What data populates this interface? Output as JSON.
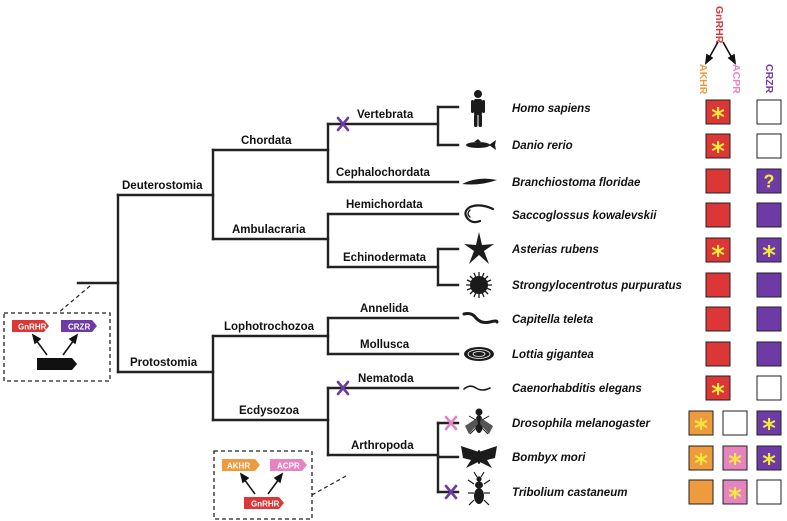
{
  "clades": {
    "deuterostomia": "Deuterostomia",
    "protostomia": "Protostomia",
    "chordata": "Chordata",
    "ambulacraria": "Ambulacraria",
    "lophotrochozoa": "Lophotrochozoa",
    "ecdysozoa": "Ecdysozoa",
    "vertebrata": "Vertebrata",
    "cephalochordata": "Cephalochordata",
    "hemichordata": "Hemichordata",
    "echinodermata": "Echinodermata",
    "annelida": "Annelida",
    "mollusca": "Mollusca",
    "nematoda": "Nematoda",
    "arthropoda": "Arthropoda"
  },
  "species": [
    {
      "name": "Homo sapiens",
      "icon": "human-icon",
      "akhr": "none",
      "acpr": "none",
      "gnrhr": "star",
      "crzr": "empty"
    },
    {
      "name": "Danio rerio",
      "icon": "fish-icon",
      "akhr": "none",
      "acpr": "none",
      "gnrhr": "star",
      "crzr": "empty"
    },
    {
      "name": "Branchiostoma floridae",
      "icon": "lancelet-icon",
      "akhr": "none",
      "acpr": "none",
      "gnrhr": "filled",
      "crzr": "question"
    },
    {
      "name": "Saccoglossus kowalevskii",
      "icon": "acorn-worm-icon",
      "akhr": "none",
      "acpr": "none",
      "gnrhr": "filled",
      "crzr": "filled"
    },
    {
      "name": "Asterias rubens",
      "icon": "starfish-icon",
      "akhr": "none",
      "acpr": "none",
      "gnrhr": "star",
      "crzr": "star"
    },
    {
      "name": "Strongylocentrotus purpuratus",
      "icon": "sea-urchin-icon",
      "akhr": "none",
      "acpr": "none",
      "gnrhr": "filled",
      "crzr": "filled"
    },
    {
      "name": "Capitella teleta",
      "icon": "annelid-worm-icon",
      "akhr": "none",
      "acpr": "none",
      "gnrhr": "filled",
      "crzr": "filled"
    },
    {
      "name": "Lottia gigantea",
      "icon": "limpet-icon",
      "akhr": "none",
      "acpr": "none",
      "gnrhr": "filled",
      "crzr": "filled"
    },
    {
      "name": "Caenorhabditis elegans",
      "icon": "nematode-icon",
      "akhr": "none",
      "acpr": "none",
      "gnrhr": "star",
      "crzr": "empty"
    },
    {
      "name": "Drosophila melanogaster",
      "icon": "fly-icon",
      "akhr": "star",
      "acpr": "empty",
      "gnrhr": "none",
      "crzr": "star"
    },
    {
      "name": "Bombyx mori",
      "icon": "moth-icon",
      "akhr": "star",
      "acpr": "star",
      "gnrhr": "none",
      "crzr": "star"
    },
    {
      "name": "Tribolium castaneum",
      "icon": "beetle-icon",
      "akhr": "filled",
      "acpr": "star",
      "gnrhr": "none",
      "crzr": "empty"
    }
  ],
  "headers": {
    "gnrhr": "GnRHR",
    "akhr": "AKHR",
    "acpr": "ACPR",
    "crzr": "CRZR"
  },
  "insets": {
    "ancestral": {
      "left_gene": "GnRHR",
      "right_gene": "CRZR"
    },
    "arthropod": {
      "left_gene": "AKHR",
      "right_gene": "ACPR",
      "bottom_gene": "GnRHR"
    }
  },
  "symbols": {
    "star": "*",
    "question": "?"
  },
  "colors": {
    "gnrhr": "#dc3636",
    "akhr": "#ee9a3e",
    "acpr": "#e684c0",
    "crzr": "#6e3aa6",
    "loss_marker": "#6e3aa6",
    "loss_marker_acpr": "#e684c0",
    "highlight_symbol": "#f2ea3a",
    "tree_line": "#222222"
  }
}
